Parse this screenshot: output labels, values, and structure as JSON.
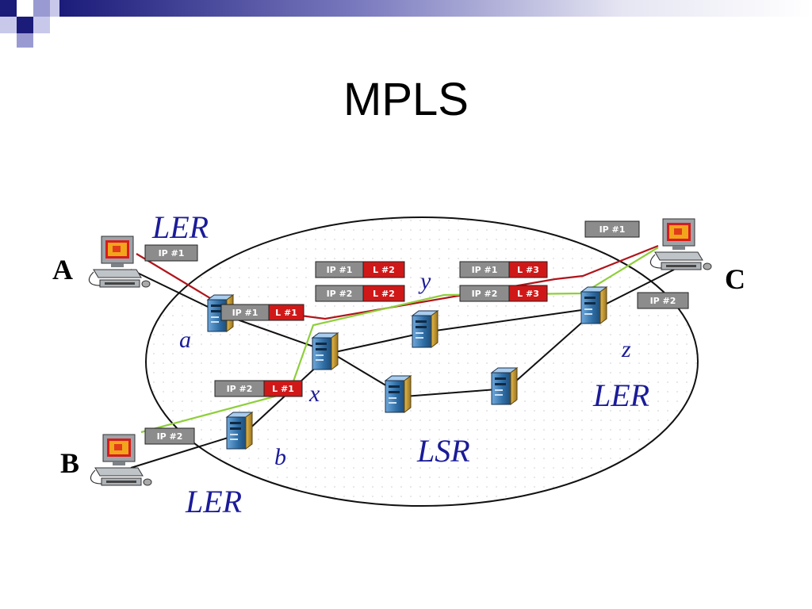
{
  "title": "MPLS",
  "colors": {
    "ler_label": "#1b1b99",
    "ip_box": "#8c8c8c",
    "label_box": "#d01818",
    "path_red": "#b0151b",
    "path_green": "#8ecf3a",
    "link": "#111111",
    "header_bar": "#1b1b7a"
  },
  "hosts": {
    "a": "A",
    "b": "B",
    "c": "C"
  },
  "routers": {
    "a": "a",
    "b": "b",
    "x": "x",
    "y": "y",
    "z": "z"
  },
  "areas": {
    "ler_top": "LER",
    "ler_bottom": "LER",
    "ler_right": "LER",
    "lsr": "LSR"
  },
  "packets": {
    "a_in": "IP #1",
    "a_out_ip": "IP #1",
    "a_out_label": "L #1",
    "b_in": "IP #2",
    "b_out_ip": "IP #2",
    "b_out_label": "L #1",
    "y_in1_ip": "IP #1",
    "y_in1_label": "L #2",
    "y_in2_ip": "IP #2",
    "y_in2_label": "L #2",
    "z_in1_ip": "IP #1",
    "z_in1_label": "L #3",
    "z_in2_ip": "IP #2",
    "z_in2_label": "L #3",
    "c_out1": "IP #1",
    "c_out2": "IP #2"
  },
  "icons": [
    "computer-icon",
    "server-icon"
  ]
}
